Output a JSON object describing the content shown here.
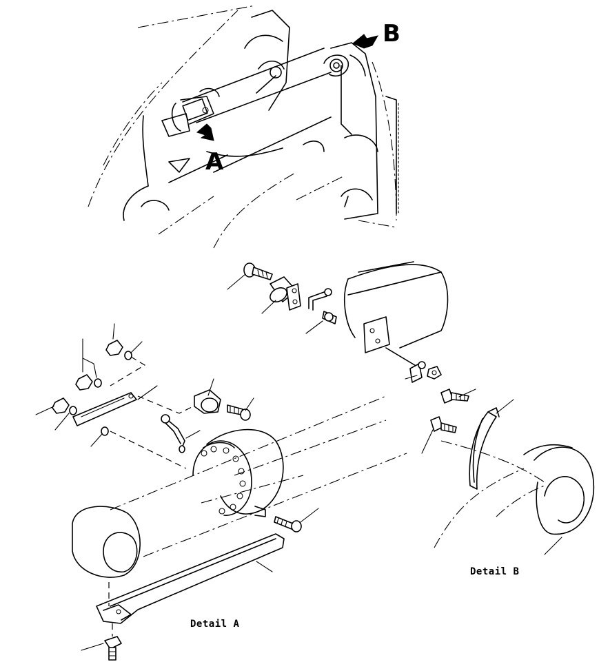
{
  "diagram": {
    "view_labels": {
      "a": "A",
      "b": "B"
    },
    "detail_labels": {
      "a": "Detail A",
      "b": "Detail B"
    }
  }
}
